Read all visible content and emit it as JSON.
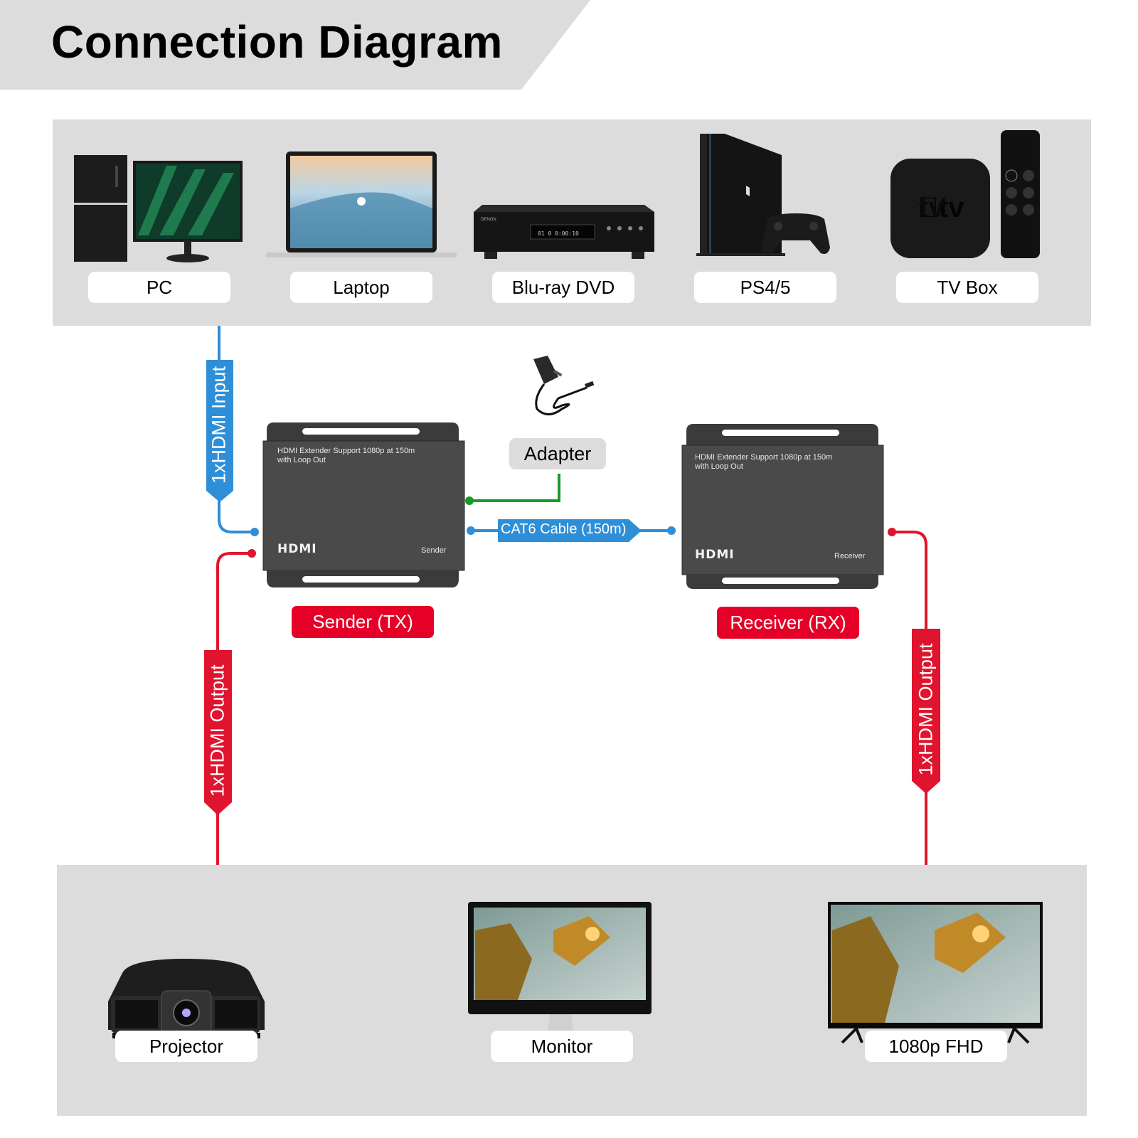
{
  "title": "Connection Diagram",
  "colors": {
    "panel_gray": "#dcdcdc",
    "input_blue": "#2e8fd8",
    "output_red": "#e0142e",
    "power_green": "#1a9a26",
    "tag_red": "#e60027",
    "device_dark": "#3a3a3a"
  },
  "sources": [
    {
      "label": "PC",
      "icon": "pc-icon"
    },
    {
      "label": "Laptop",
      "icon": "laptop-icon"
    },
    {
      "label": "Blu-ray DVD",
      "icon": "bluray-player-icon"
    },
    {
      "label": "PS4/5",
      "icon": "game-console-icon"
    },
    {
      "label": "TV Box",
      "icon": "tv-box-icon"
    }
  ],
  "sender": {
    "tag": "Sender (TX)",
    "description_line1": "HDMI Extender Support 1080p at 150m",
    "description_line2": "with Loop Out",
    "logo": "HDMI",
    "role": "Sender"
  },
  "receiver": {
    "tag": "Receiver (RX)",
    "description_line1": "HDMI Extender Support 1080p at 150m",
    "description_line2": "with Loop Out",
    "logo": "HDMI",
    "role": "Receiver"
  },
  "adapter": {
    "label": "Adapter",
    "icon": "power-adapter-icon"
  },
  "connections": {
    "input": "1xHDMI Input",
    "loop_output": "1xHDMI Output",
    "rx_output": "1xHDMI Output",
    "cable": "CAT6 Cable (150m)"
  },
  "outputs": [
    {
      "label": "Projector",
      "icon": "projector-icon"
    },
    {
      "label": "Monitor",
      "icon": "monitor-icon"
    },
    {
      "label": "1080p FHD",
      "icon": "tv-icon"
    }
  ]
}
